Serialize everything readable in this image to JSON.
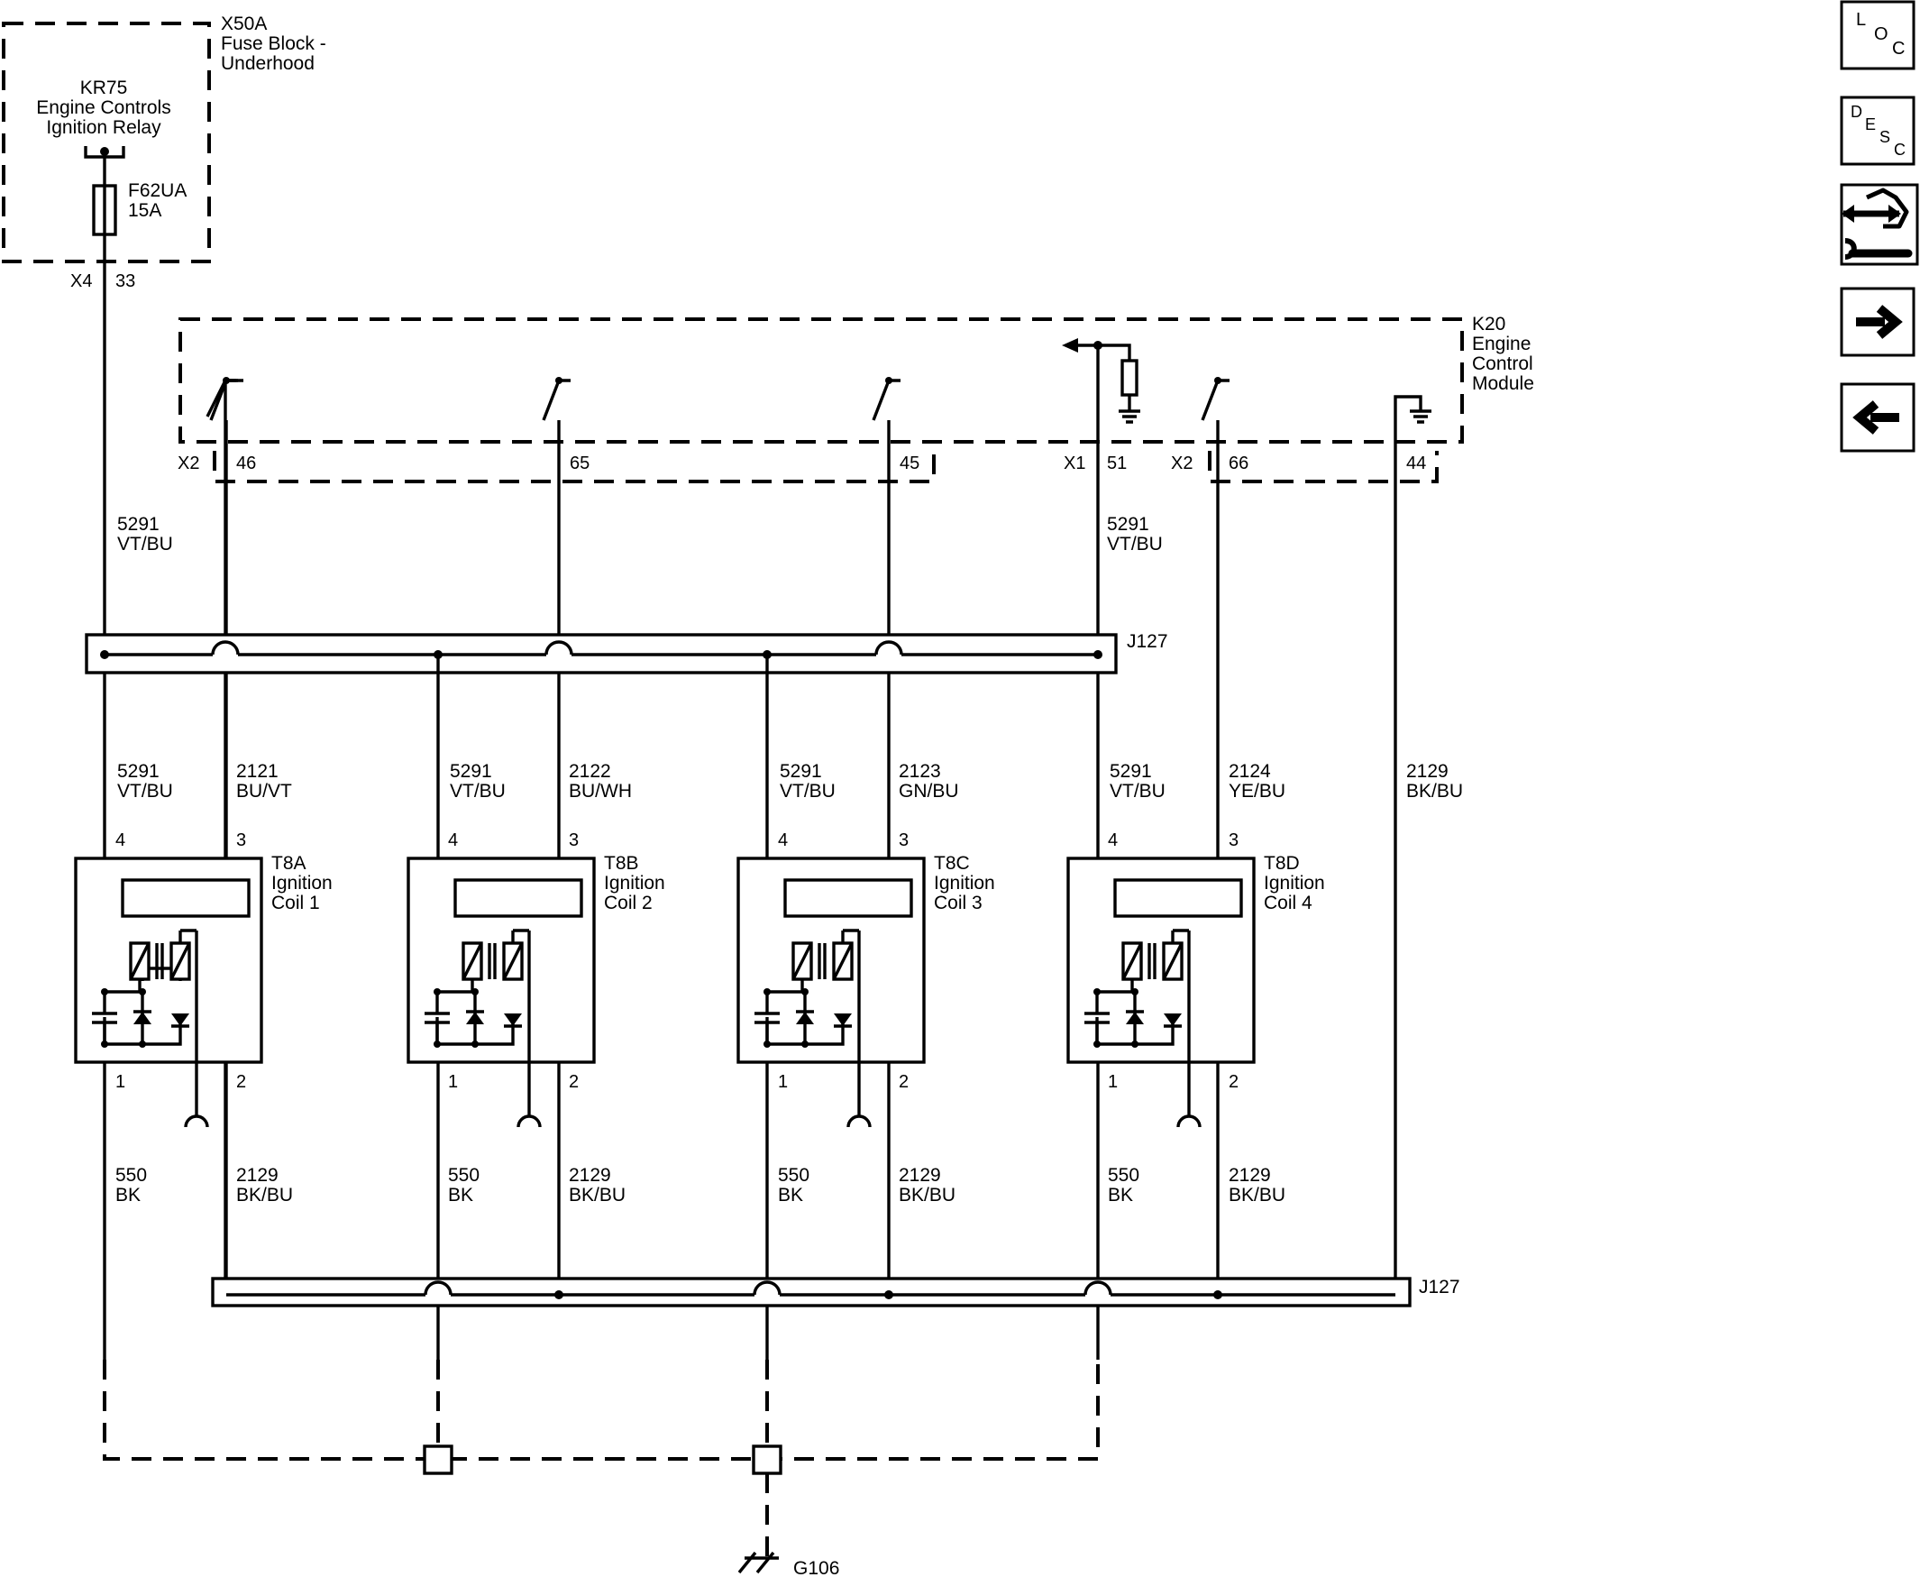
{
  "fuse_block": {
    "id": "X50A",
    "name_line1": "Fuse Block -",
    "name_line2": "Underhood",
    "relay_id": "KR75",
    "relay_line1": "Engine Controls",
    "relay_line2": "Ignition Relay",
    "fuse_id": "F62UA",
    "fuse_rating": "15A",
    "connector": "X4",
    "pin": "33"
  },
  "ecm": {
    "id": "K20",
    "name_line1": "Engine",
    "name_line2": "Control",
    "name_line3": "Module",
    "conn_left": "X2",
    "conn_x1": "X1",
    "conn_x2b": "X2",
    "pins": [
      "46",
      "65",
      "45",
      "51",
      "66",
      "44"
    ]
  },
  "upper_wires": [
    {
      "circuit": "5291",
      "color": "VT/BU"
    },
    {
      "circuit": "5291",
      "color": "VT/BU"
    }
  ],
  "splices": {
    "top": "J127",
    "bottom": "J127"
  },
  "coils": [
    {
      "id": "T8A",
      "line1": "Ignition",
      "line2": "Coil 1",
      "pin4": "4",
      "pin3": "3",
      "pin1": "1",
      "pin2": "2",
      "feed_circuit": "5291",
      "feed_color": "VT/BU",
      "ctrl_circuit": "2121",
      "ctrl_color": "BU/VT",
      "gnd_circuit": "550",
      "gnd_color": "BK",
      "ret_circuit": "2129",
      "ret_color": "BK/BU"
    },
    {
      "id": "T8B",
      "line1": "Ignition",
      "line2": "Coil 2",
      "pin4": "4",
      "pin3": "3",
      "pin1": "1",
      "pin2": "2",
      "feed_circuit": "5291",
      "feed_color": "VT/BU",
      "ctrl_circuit": "2122",
      "ctrl_color": "BU/WH",
      "gnd_circuit": "550",
      "gnd_color": "BK",
      "ret_circuit": "2129",
      "ret_color": "BK/BU"
    },
    {
      "id": "T8C",
      "line1": "Ignition",
      "line2": "Coil 3",
      "pin4": "4",
      "pin3": "3",
      "pin1": "1",
      "pin2": "2",
      "feed_circuit": "5291",
      "feed_color": "VT/BU",
      "ctrl_circuit": "2123",
      "ctrl_color": "GN/BU",
      "gnd_circuit": "550",
      "gnd_color": "BK",
      "ret_circuit": "2129",
      "ret_color": "BK/BU"
    },
    {
      "id": "T8D",
      "line1": "Ignition",
      "line2": "Coil 4",
      "pin4": "4",
      "pin3": "3",
      "pin1": "1",
      "pin2": "2",
      "feed_circuit": "5291",
      "feed_color": "VT/BU",
      "ctrl_circuit": "2124",
      "ctrl_color": "YE/BU",
      "gnd_circuit": "550",
      "gnd_color": "BK",
      "ret_circuit": "2129",
      "ret_color": "BK/BU"
    }
  ],
  "return_wire": {
    "circuit": "2129",
    "color": "BK/BU"
  },
  "ground": {
    "id": "G106"
  },
  "nav": {
    "loc": {
      "l1": "L",
      "l2": "O",
      "l3": "C",
      "icon": "loc-icon"
    },
    "desc": {
      "l1": "D",
      "l2": "E",
      "l3": "S",
      "l4": "C",
      "icon": "desc-icon"
    },
    "connector_icon": "connector-wrench-icon",
    "next_icon": "arrow-right-icon",
    "prev_icon": "arrow-left-icon"
  }
}
